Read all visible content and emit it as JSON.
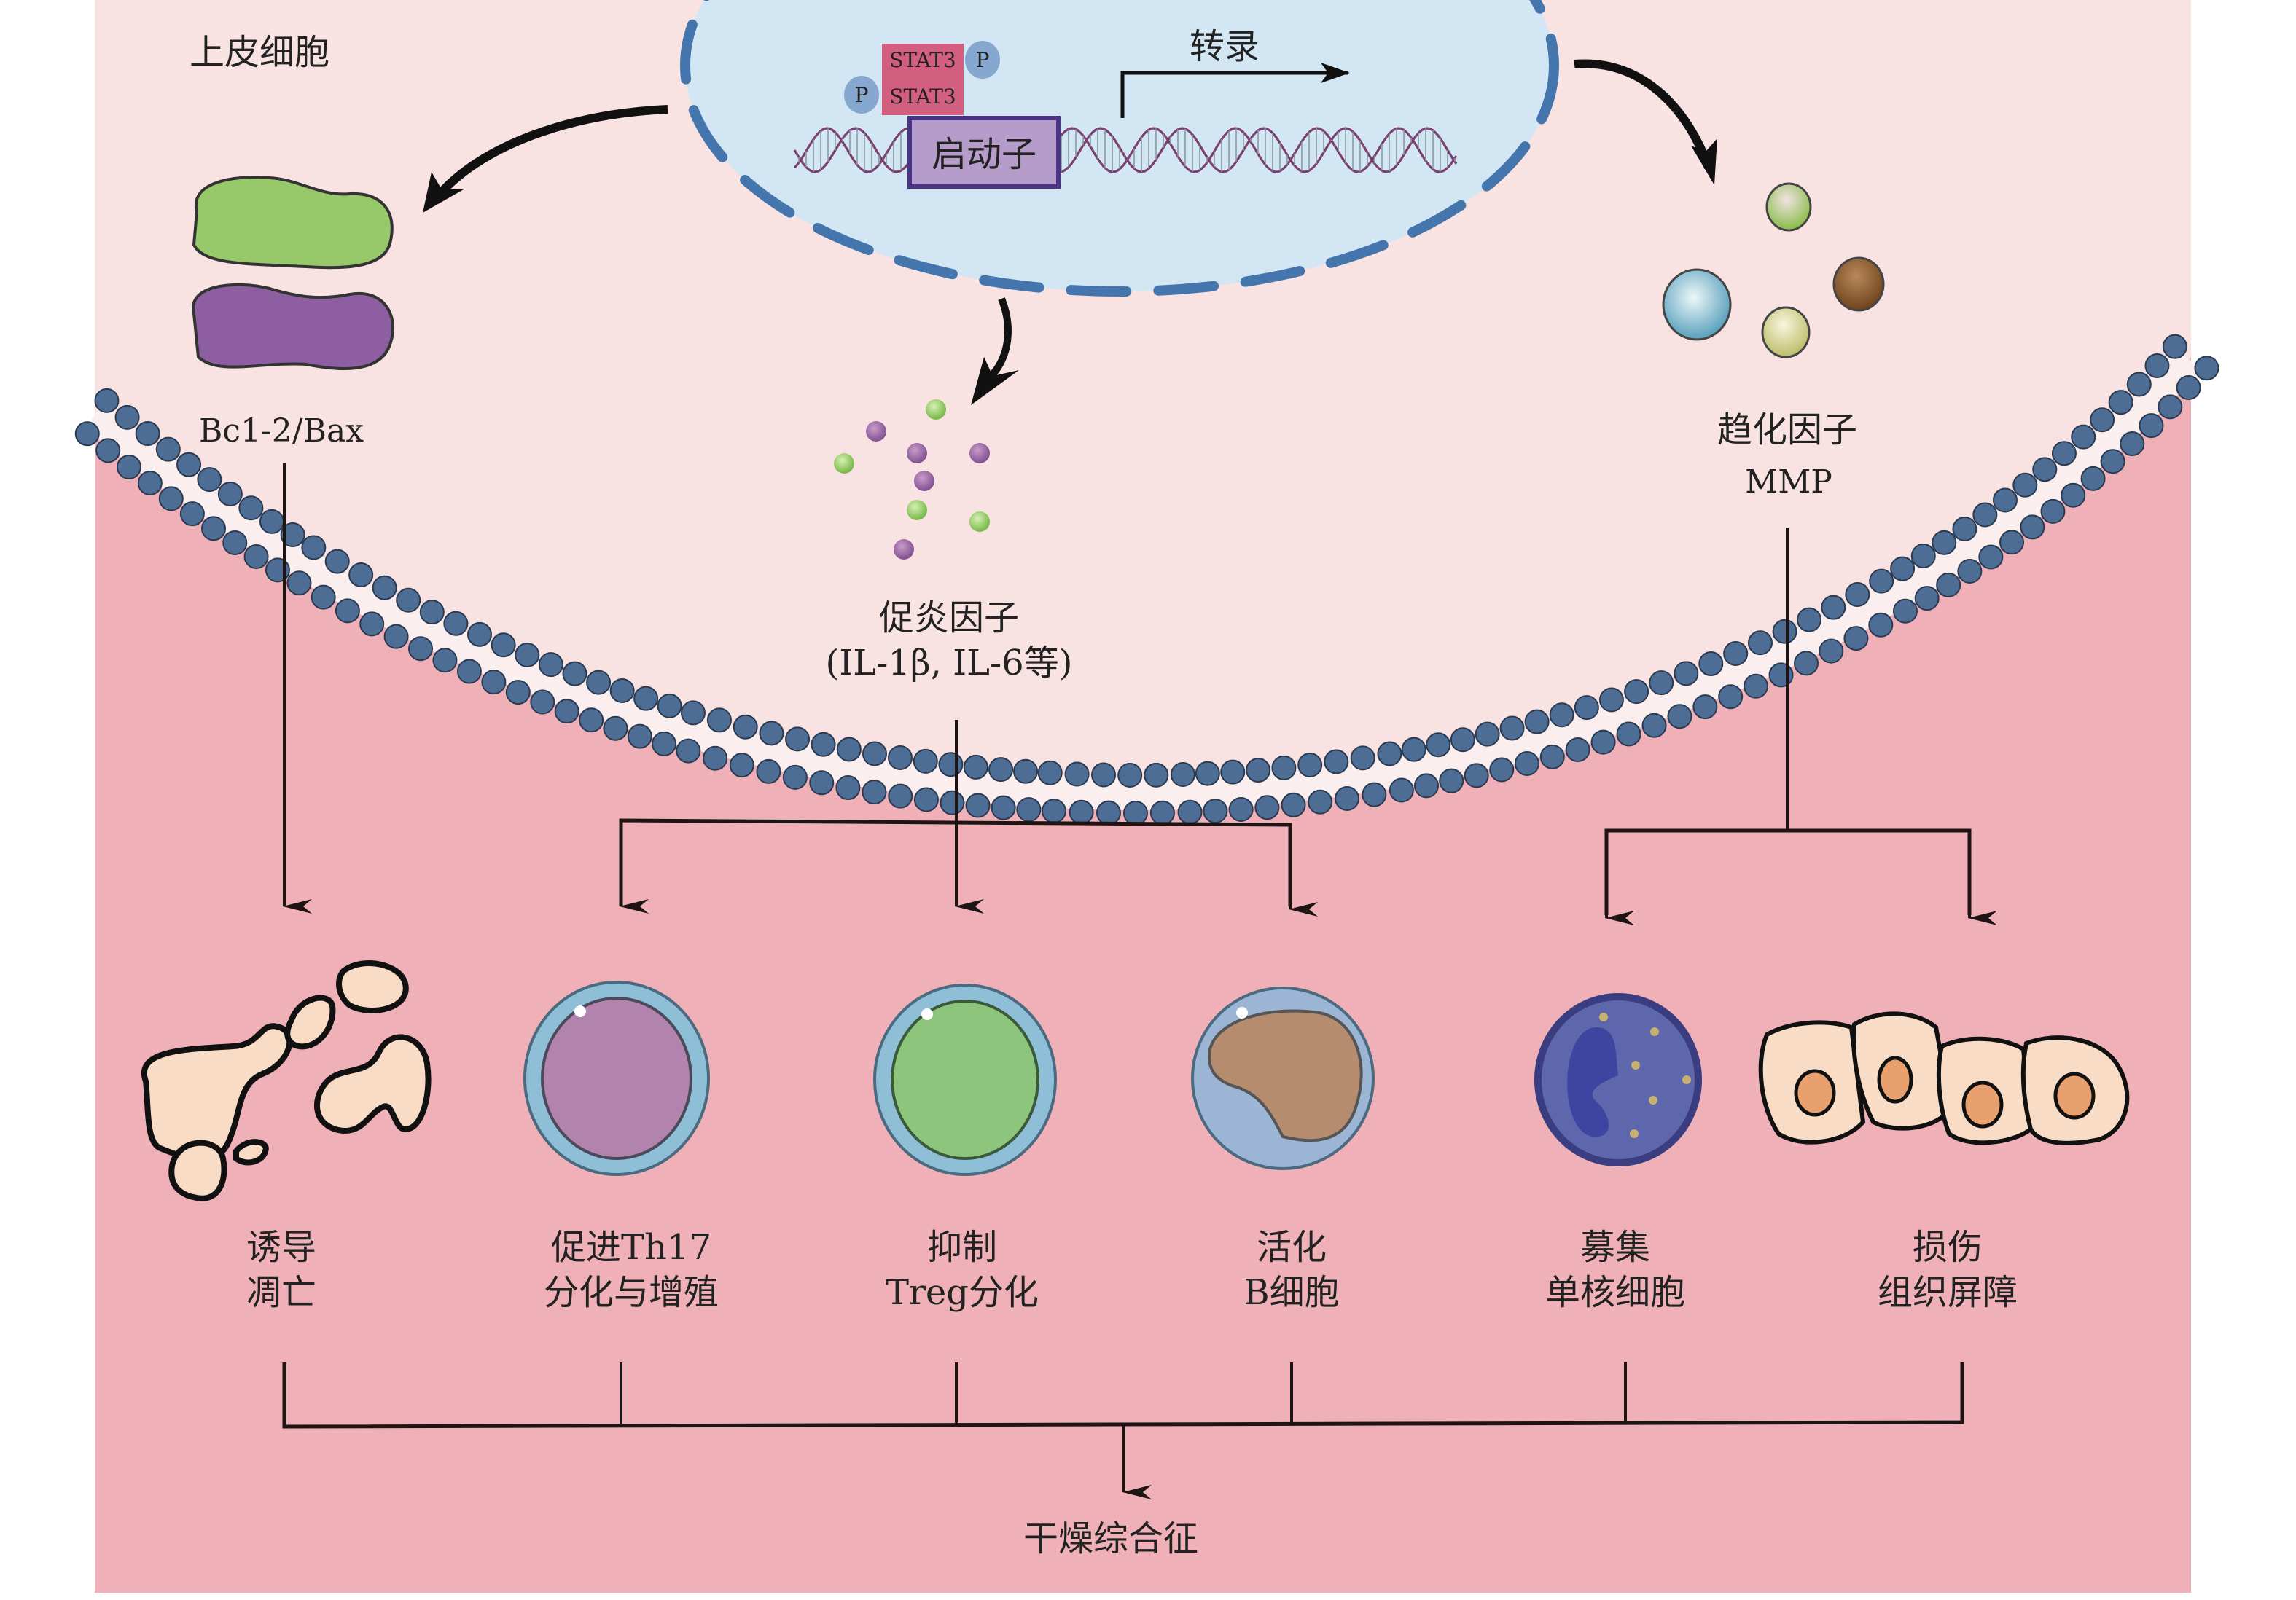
{
  "figure": {
    "region_label": "上皮细胞",
    "nucleus": {
      "transcription_label": "转录",
      "promoter_label": "启动子",
      "stat_top": "STAT3",
      "stat_bottom": "STAT3",
      "phospho": "P"
    },
    "mediators": {
      "bcl2_bax": "Bc1-2/Bax",
      "proinflammatory_line1": "促炎因子",
      "proinflammatory_line2": "(IL-1β, IL-6等)",
      "chemokine_line1": "趋化因子",
      "chemokine_line2": "MMP"
    },
    "outcomes": [
      {
        "line1": "诱导",
        "line2": "凋亡"
      },
      {
        "line1": "促进Th17",
        "line2": "分化与增殖"
      },
      {
        "line1": "抑制",
        "line2": "Treg分化"
      },
      {
        "line1": "活化",
        "line2": "B细胞"
      },
      {
        "line1": "募集",
        "line2": "单核细胞"
      },
      {
        "line1": "损伤",
        "line2": "组织屏障"
      }
    ],
    "final_outcome": "干燥综合征"
  },
  "colors": {
    "cytoplasm": "#f9e3e2",
    "extracellular": "#efb1b7",
    "nucleus_fill": "#d3e6f3",
    "nucleus_border": "#4476ad",
    "membrane_head": "#4d6d94",
    "stat3": "#d25f80",
    "promoter": "#b59ccb",
    "promoter_border": "#4b3487",
    "phospho": "#86a7cf"
  }
}
